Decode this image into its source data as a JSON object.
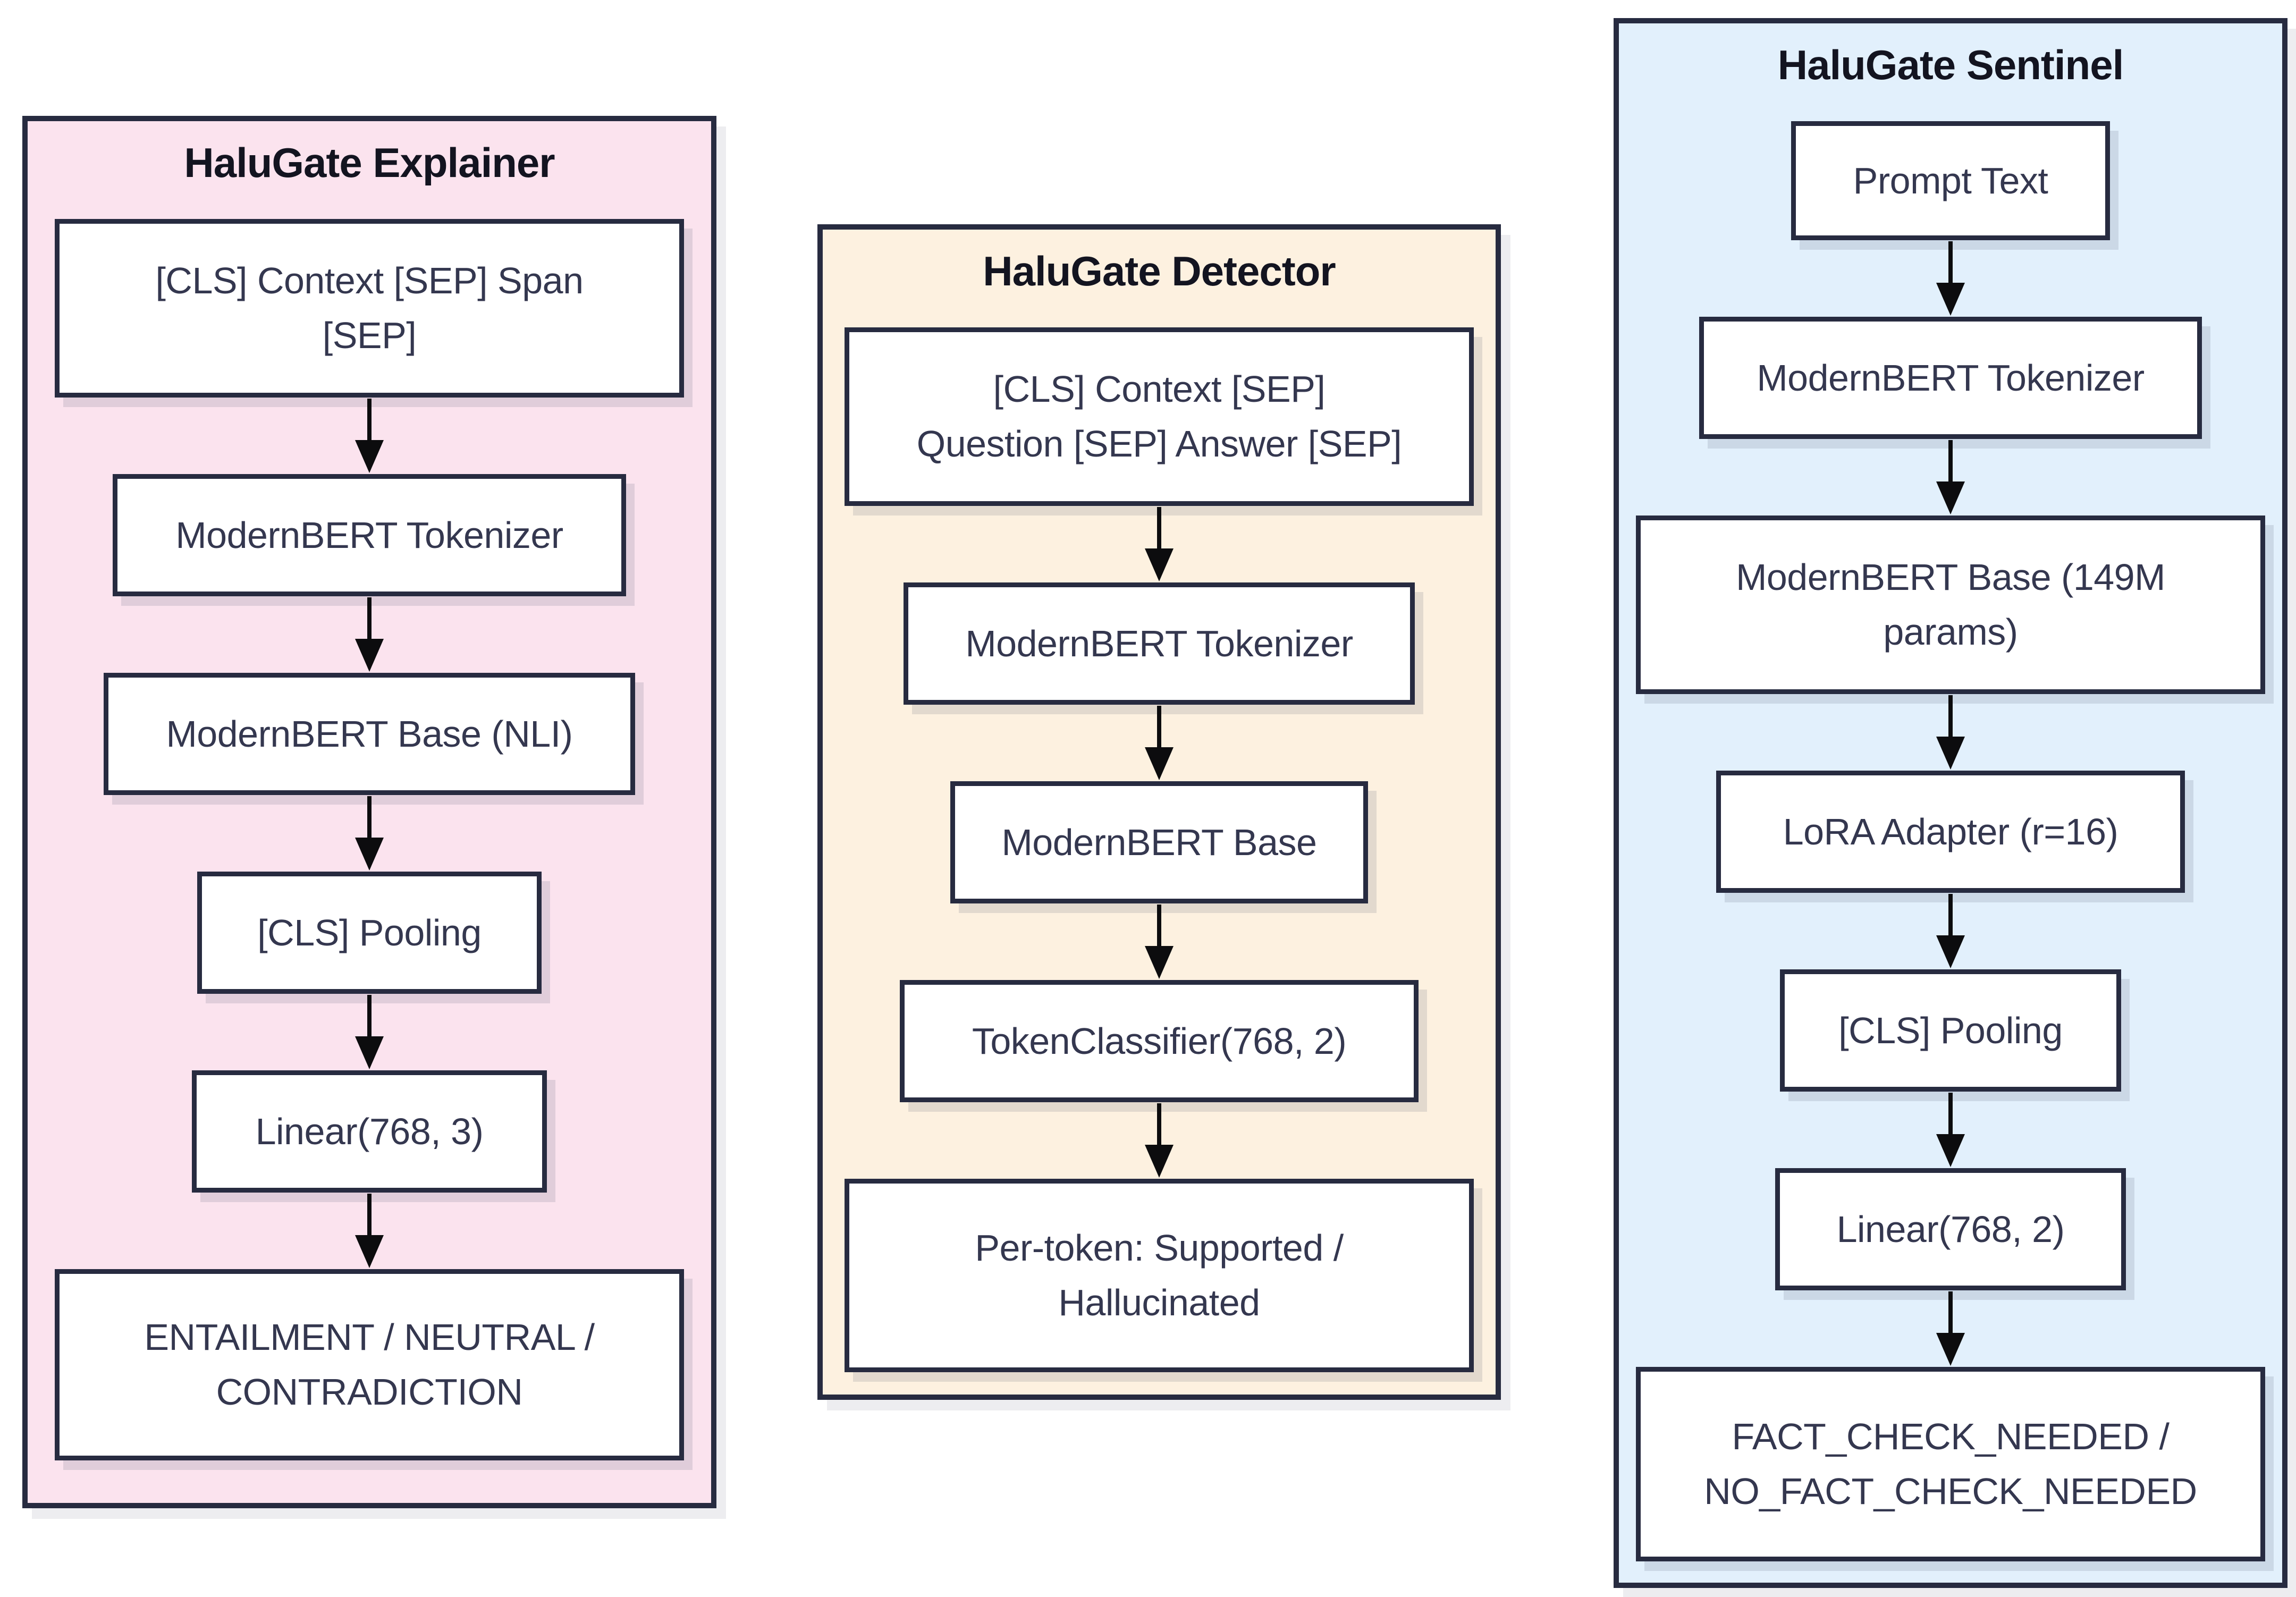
{
  "panels": [
    {
      "id": "explainer",
      "title": "HaluGate Explainer",
      "bg_color": "#fbe3ee",
      "nodes": [
        "[CLS] Context [SEP] Span\n[SEP]",
        "ModernBERT Tokenizer",
        "ModernBERT Base (NLI)",
        "[CLS] Pooling",
        "Linear(768, 3)",
        "ENTAILMENT / NEUTRAL /\nCONTRADICTION"
      ]
    },
    {
      "id": "detector",
      "title": "HaluGate Detector",
      "bg_color": "#fdf1e0",
      "nodes": [
        "[CLS] Context [SEP]\nQuestion [SEP] Answer [SEP]",
        "ModernBERT Tokenizer",
        "ModernBERT Base",
        "TokenClassifier(768, 2)",
        "Per-token: Supported /\nHallucinated"
      ]
    },
    {
      "id": "sentinel",
      "title": "HaluGate Sentinel",
      "bg_color": "#e2f0fc",
      "nodes": [
        "Prompt Text",
        "ModernBERT Tokenizer",
        "ModernBERT Base (149M\nparams)",
        "LoRA Adapter (r=16)",
        "[CLS] Pooling",
        "Linear(768, 2)",
        "FACT_CHECK_NEEDED /\nNO_FACT_CHECK_NEEDED"
      ]
    }
  ],
  "colors": {
    "page_bg": "#ffffff",
    "border": "#272b40",
    "node_fill": "#ffffff",
    "node_text": "#34374f",
    "title_text": "#131420",
    "arrow": "#0c0c0e",
    "panel_shadow": "#ededf0",
    "panel_explainer_bg": "#fbe3ee",
    "panel_detector_bg": "#fdf1e0",
    "panel_sentinel_bg": "#e2f0fc"
  }
}
